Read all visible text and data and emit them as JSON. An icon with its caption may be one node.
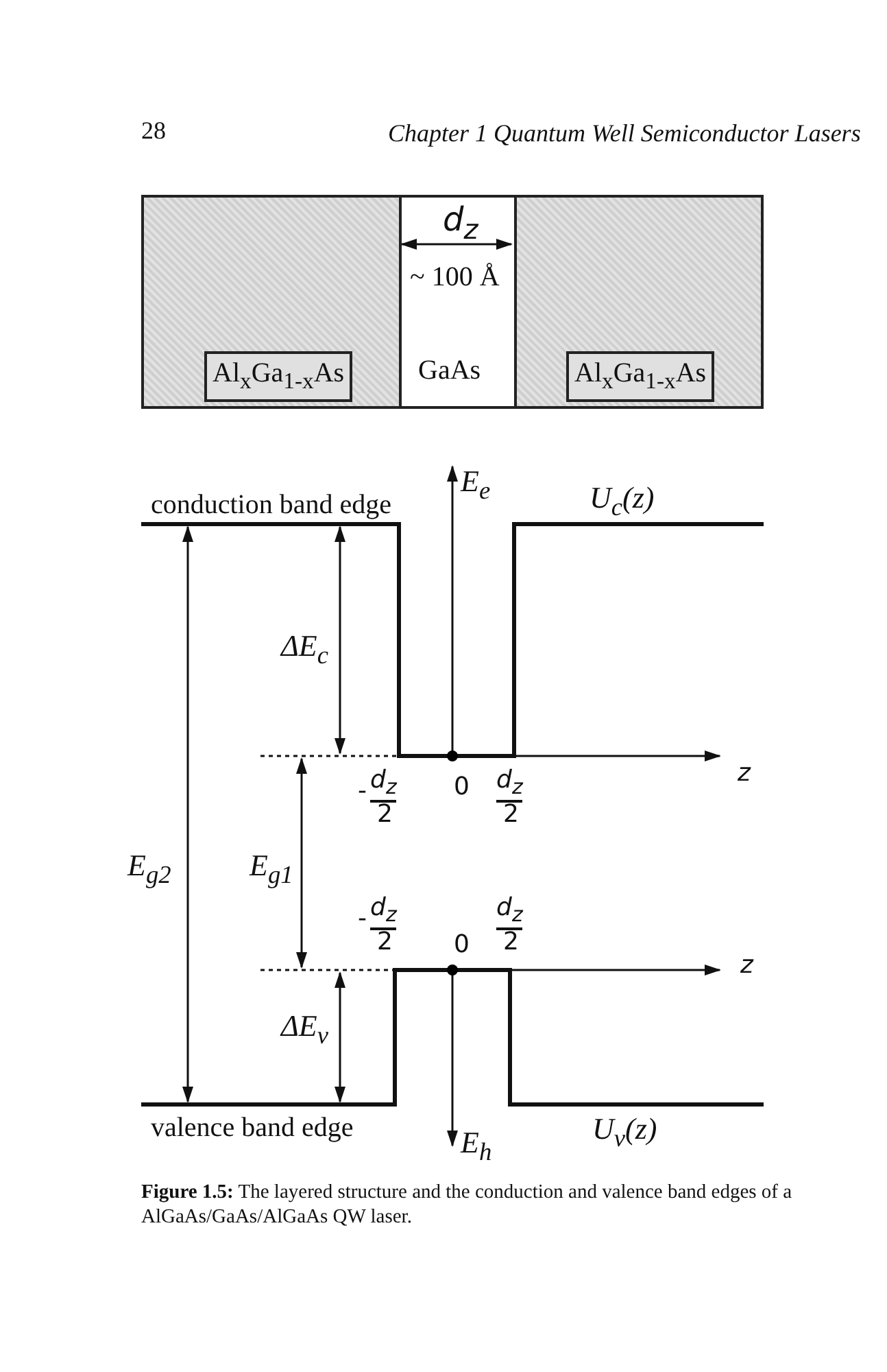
{
  "diagram": {
    "caption": "**Figure 1.5:** The layered structure and the conduction and valence band edges of a AlGaAs/GaAs/AlGaAs QW laser.",
    "nodes": [
      {
        "text": [
          "Al$_{x}$Ga$_{1-x}$As"
        ]
      },
      {
        "text": [
          "d$_{z}$",
          "~ 100 Å",
          "GaAs"
        ]
      },
      {
        "text": [
          "Al$_{x}$Ga$_{1-x}$As"
        ]
      }
    ],
    "labels": [
      "28",
      "Chapter 1 Quantum Well Semiconductor Lasers",
      "conduction band edge",
      "E$_{e}$",
      "U$_{c}$(z)",
      "ΔE$_{c}$",
      "z",
      "-",
      "d$_{z}$",
      "2",
      "0",
      "d$_{z}$",
      "2",
      "E$_{g2}$",
      "E$_{g1}$",
      "-",
      "d$_{z}$",
      "2",
      "0",
      "d$_{z}$",
      "2",
      "z",
      "ΔE$_{v}$",
      "valence band edge",
      "E$_{h}$",
      "U$_{v}$(z)"
    ]
  }
}
